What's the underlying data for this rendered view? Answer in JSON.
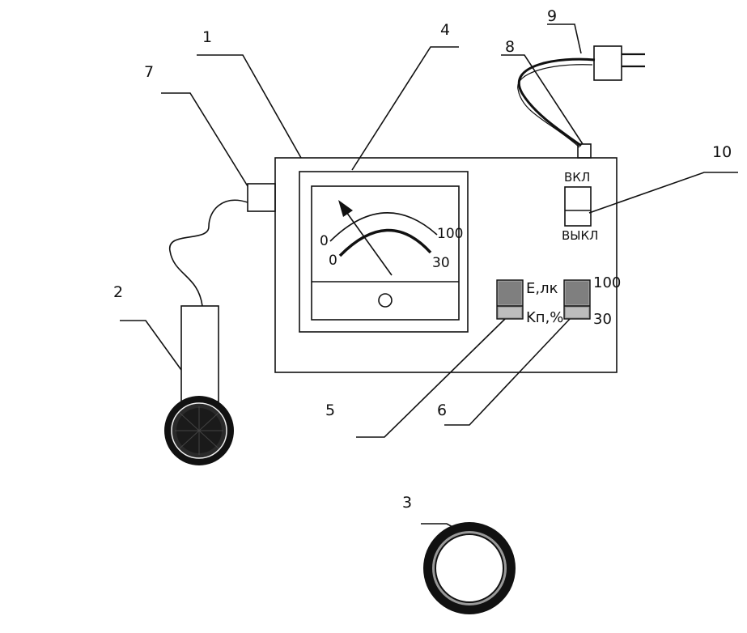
{
  "callouts": {
    "c1": "1",
    "c2": "2",
    "c3": "3",
    "c4": "4",
    "c5": "5",
    "c6": "6",
    "c7": "7",
    "c8": "8",
    "c9": "9",
    "c10": "10"
  },
  "scale": {
    "zero_upper": "0",
    "zero_lower": "0",
    "max_upper": "100",
    "max_lower": "30"
  },
  "buttons": {
    "mode_top": "E,лк",
    "mode_bottom": "Kп,%",
    "range_top": "100",
    "range_bottom": "30"
  },
  "switch": {
    "on": "ВКЛ",
    "off": "ВЫКЛ"
  }
}
